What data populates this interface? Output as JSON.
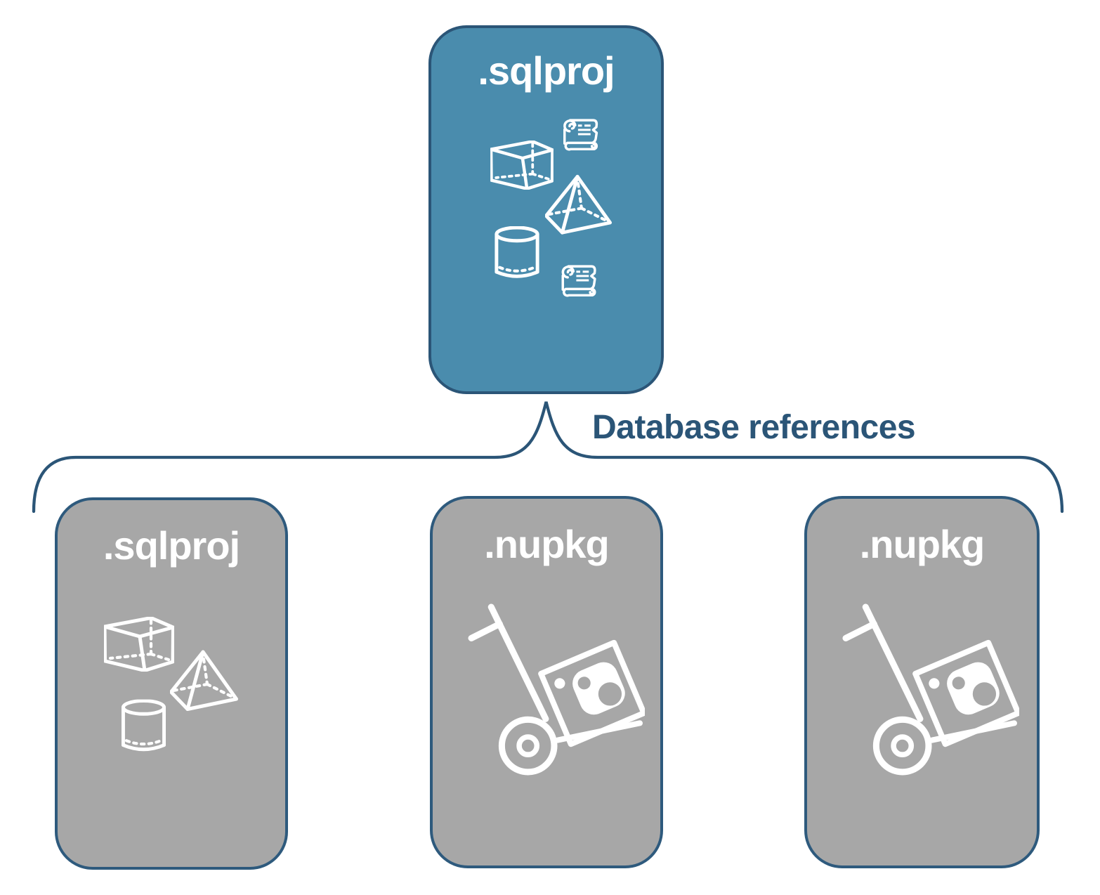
{
  "root_card": {
    "label": ".sqlproj",
    "fill_color": "#4A8CAD",
    "border_color": "#2B5577",
    "icons": [
      "scroll-icon",
      "cube-icon",
      "pyramid-icon",
      "cylinder-icon",
      "scroll-icon"
    ]
  },
  "connector": {
    "label": "Database references",
    "color": "#2B5577"
  },
  "child_cards": [
    {
      "label": ".sqlproj",
      "fill_color": "#A7A7A7",
      "border_color": "#2E5A7D",
      "icons": [
        "cube-icon",
        "pyramid-icon",
        "cylinder-icon"
      ]
    },
    {
      "label": ".nupkg",
      "fill_color": "#A7A7A7",
      "border_color": "#2E5A7D",
      "icons": [
        "package-dolly-icon"
      ]
    },
    {
      "label": ".nupkg",
      "fill_color": "#A7A7A7",
      "border_color": "#2E5A7D",
      "icons": [
        "package-dolly-icon"
      ]
    }
  ],
  "label_text_color": "#FFFFFF"
}
